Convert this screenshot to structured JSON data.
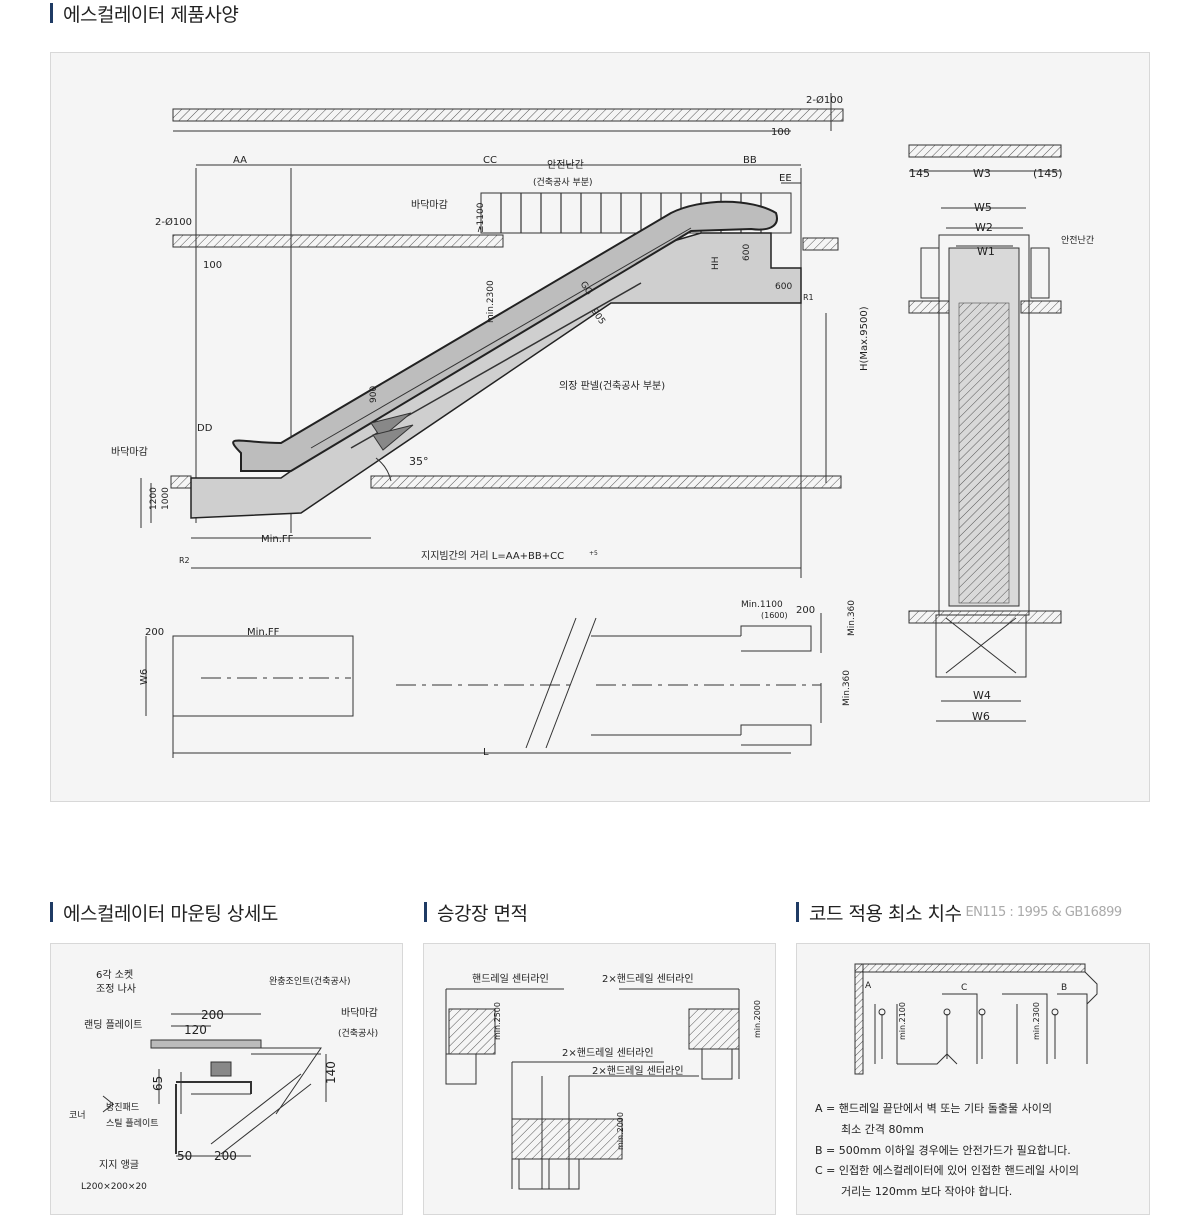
{
  "sections": {
    "spec_title": "에스컬레이터 제품사양",
    "mount_title": "에스컬레이터 마운팅 상세도",
    "landing_title": "승강장 면적",
    "code_title": "코드 적용 최소 치수",
    "code_subtitle": "EN115 : 1995 & GB16899"
  },
  "spec": {
    "d_2phi100_top": "2-Ø100",
    "d_100_top": "100",
    "d_aa": "AA",
    "d_cc": "CC",
    "d_bb": "BB",
    "d_ee": "EE",
    "guard": "안전난간",
    "guard_note": "(건축공사 부분)",
    "floor_finish_top": "바닥마감",
    "d_1100": "≥1100",
    "d_2phi100_left": "2-Ø100",
    "d_100_left": "100",
    "d_hh": "HH",
    "d_600v": "600",
    "d_600h": "600",
    "d_r1": "R1",
    "d_gg": "GG",
    "d_905": "905",
    "d_min2300": "min.2300",
    "d_hmax": "H(Max.9500)",
    "cladding": "의장 판넬(건축공사 부분)",
    "d_dd": "DD",
    "floor_finish_bottom": "바닥마감",
    "d_35": "35°",
    "d_900": "900",
    "d_1200": "1200",
    "d_1000": "1000",
    "d_minff": "Min.FF",
    "d_r2": "R2",
    "support_dist": "지지빔간의 거리 L=AA+BB+CC",
    "support_tol": "+5",
    "plan_200": "200",
    "plan_minff": "Min.FF",
    "plan_w6": "W6",
    "plan_l": "L",
    "plan_min1100": "Min.1100",
    "plan_1600": "(1600)",
    "plan_200r": "200",
    "plan_min360a": "Min.360",
    "plan_min360b": "Min.360",
    "side_145": "145",
    "side_w3": "W3",
    "side_145p": "(145)",
    "side_w5": "W5",
    "side_w2": "W2",
    "side_w1": "W1",
    "side_guard": "안전난간",
    "side_w4": "W4",
    "side_w6": "W6"
  },
  "mount": {
    "hex_bolt": "6각 소켓",
    "adjust_screw": "조정 나사",
    "buffer_joint": "완충조인트(건축공사)",
    "d_200": "200",
    "d_120": "120",
    "floor_finish": "바닥마감",
    "floor_finish_note": "(건축공사)",
    "landing_plate": "랜딩 플레이트",
    "d_65": "65",
    "d_140": "140",
    "anti_vib": "방진패드",
    "corner": "코너",
    "steel_plate": "스틸 플레이트",
    "d_50": "50",
    "d_200b": "200",
    "support_angle": "지지 앵글",
    "angle_size": "L200×200×20"
  },
  "landing": {
    "hr_center": "핸드레일 센터라인",
    "hr_center_2x_a": "2×핸드레일 센터라인",
    "hr_center_2x_b": "2×핸드레일 센터라인",
    "hr_center_2x_c": "2×핸드레일 센터라인",
    "min2500": "min.2500",
    "min2000a": "min.2000",
    "min2000b": "min.2000"
  },
  "code": {
    "lbl_a": "A",
    "lbl_c": "C",
    "lbl_b": "B",
    "min2100": "min.2100",
    "min2300": "min.2300",
    "note_a1": "A = 핸드레일 끝단에서 벽 또는 기타 돌출물 사이의",
    "note_a2": "최소 간격 80mm",
    "note_b": "B = 500mm 이하일 경우에는 안전가드가 필요합니다.",
    "note_c1": "C = 인접한 에스컬레이터에 있어 인접한 핸드레일 사이의",
    "note_c2": "거리는 120mm 보다 작아야 합니다."
  }
}
